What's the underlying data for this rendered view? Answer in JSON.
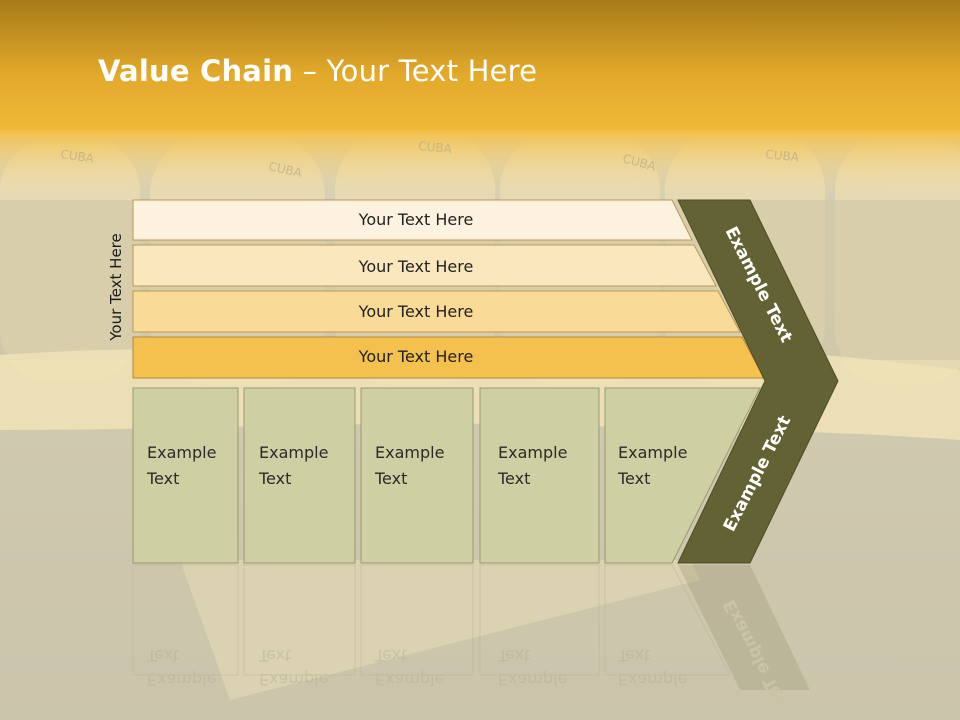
{
  "slide": {
    "title_bold": "Value Chain",
    "title_rest": " – Your Text Here",
    "vertical_label": "Your Text Here"
  },
  "rows": [
    {
      "label": "Your Text Here",
      "color": "#fdf2df"
    },
    {
      "label": "Your Text Here",
      "color": "#fbe7bd"
    },
    {
      "label": "Your Text Here",
      "color": "#f9da96"
    },
    {
      "label": "Your Text Here",
      "color": "#f4c04e"
    }
  ],
  "boxes": [
    {
      "line1": "Example",
      "line2": "Text"
    },
    {
      "line1": "Example",
      "line2": "Text"
    },
    {
      "line1": "Example",
      "line2": "Text"
    },
    {
      "line1": "Example",
      "line2": "Text"
    },
    {
      "line1": "Example",
      "line2": "Text"
    }
  ],
  "chevron": {
    "upper_label": "Example Text",
    "lower_label": "Example Text",
    "color": "#636234"
  },
  "colors": {
    "header_top": "#a77b1a",
    "header_mid": "#ecb22e",
    "box_fill": "#cfcfa4",
    "box_stroke": "#9a9870"
  }
}
